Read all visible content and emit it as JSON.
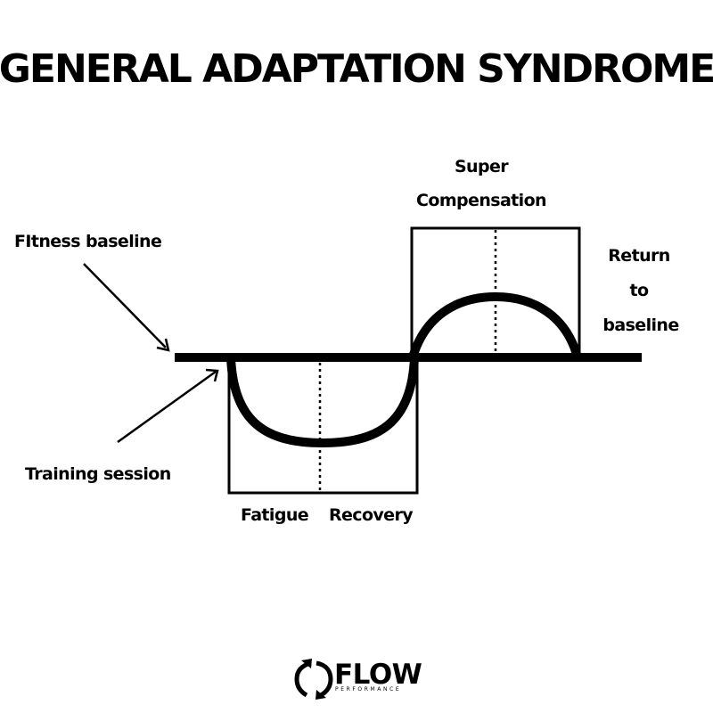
{
  "title": "GENERAL ADAPTATION SYNDROME",
  "labels": {
    "fitness_baseline": "FItness baseline",
    "training_session": "Training session",
    "super": "Super",
    "compensation": "Compensation",
    "return": "Return",
    "to": "to",
    "baseline": "baseline",
    "fatigue": "Fatigue",
    "recovery": "Recovery"
  },
  "logo": {
    "name": "FLOW",
    "tagline": "PERFORMANCE"
  },
  "colors": {
    "ink": "#000000",
    "background": "#ffffff"
  }
}
